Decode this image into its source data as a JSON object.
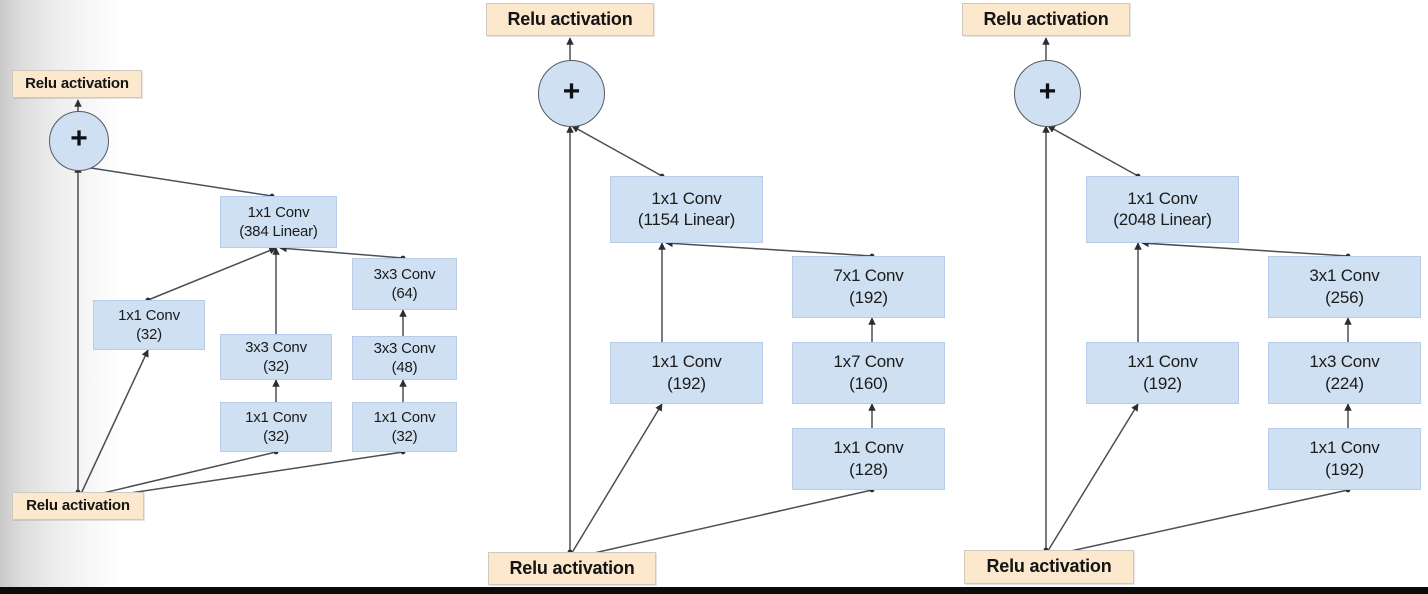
{
  "figure": {
    "type": "diagram",
    "description": "Three Inception-ResNet residual block diagrams side by side",
    "background_color": "#ffffff",
    "conv_block_color": "#cfe0f3",
    "relu_block_color": "#fbe8cd",
    "edge_color": "#4a4f55"
  },
  "blocks": [
    {
      "id": "block-a",
      "nodes": {
        "top_relu": {
          "label": "Relu activation"
        },
        "sum": {
          "label": "+"
        },
        "bottom_relu": {
          "label": "Relu activation"
        },
        "merge_conv": {
          "line1": "1x1 Conv",
          "line2": "(384 Linear)"
        },
        "branch1_conv": {
          "line1": "1x1 Conv",
          "line2": "(32)"
        },
        "branch2_top": {
          "line1": "3x3 Conv",
          "line2": "(32)"
        },
        "branch2_bottom": {
          "line1": "1x1 Conv",
          "line2": "(32)"
        },
        "branch3_top": {
          "line1": "3x3 Conv",
          "line2": "(64)"
        },
        "branch3_mid": {
          "line1": "3x3 Conv",
          "line2": "(48)"
        },
        "branch3_bottom": {
          "line1": "1x1 Conv",
          "line2": "(32)"
        }
      }
    },
    {
      "id": "block-b",
      "nodes": {
        "top_relu": {
          "label": "Relu activation"
        },
        "sum": {
          "label": "+"
        },
        "bottom_relu": {
          "label": "Relu activation"
        },
        "merge_conv": {
          "line1": "1x1 Conv",
          "line2": "(1154 Linear)"
        },
        "branch1_conv": {
          "line1": "1x1 Conv",
          "line2": "(192)"
        },
        "branch2_top": {
          "line1": "7x1 Conv",
          "line2": "(192)"
        },
        "branch2_mid": {
          "line1": "1x7 Conv",
          "line2": "(160)"
        },
        "branch2_bottom": {
          "line1": "1x1 Conv",
          "line2": "(128)"
        }
      }
    },
    {
      "id": "block-c",
      "nodes": {
        "top_relu": {
          "label": "Relu activation"
        },
        "sum": {
          "label": "+"
        },
        "bottom_relu": {
          "label": "Relu activation"
        },
        "merge_conv": {
          "line1": "1x1 Conv",
          "line2": "(2048 Linear)"
        },
        "branch1_conv": {
          "line1": "1x1 Conv",
          "line2": "(192)"
        },
        "branch2_top": {
          "line1": "3x1 Conv",
          "line2": "(256)"
        },
        "branch2_mid": {
          "line1": "1x3 Conv",
          "line2": "(224)"
        },
        "branch2_bottom": {
          "line1": "1x1 Conv",
          "line2": "(192)"
        }
      }
    }
  ]
}
